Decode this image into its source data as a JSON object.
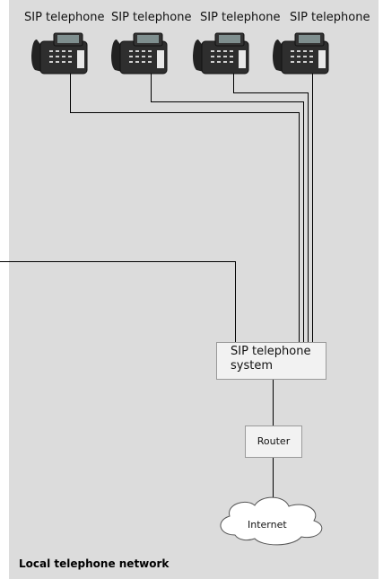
{
  "phones": [
    {
      "label": "SIP telephone"
    },
    {
      "label": "SIP telephone"
    },
    {
      "label": "SIP telephone"
    },
    {
      "label": "SIP telephone"
    }
  ],
  "system": {
    "line1": "SIP telephone",
    "line2": "system"
  },
  "router": {
    "label": "Router"
  },
  "cloud": {
    "label": "Internet"
  },
  "footer": {
    "label": "Local telephone network"
  },
  "colors": {
    "background": "#dcdcdc",
    "box": "#f2f2f2",
    "wire": "#000000"
  }
}
